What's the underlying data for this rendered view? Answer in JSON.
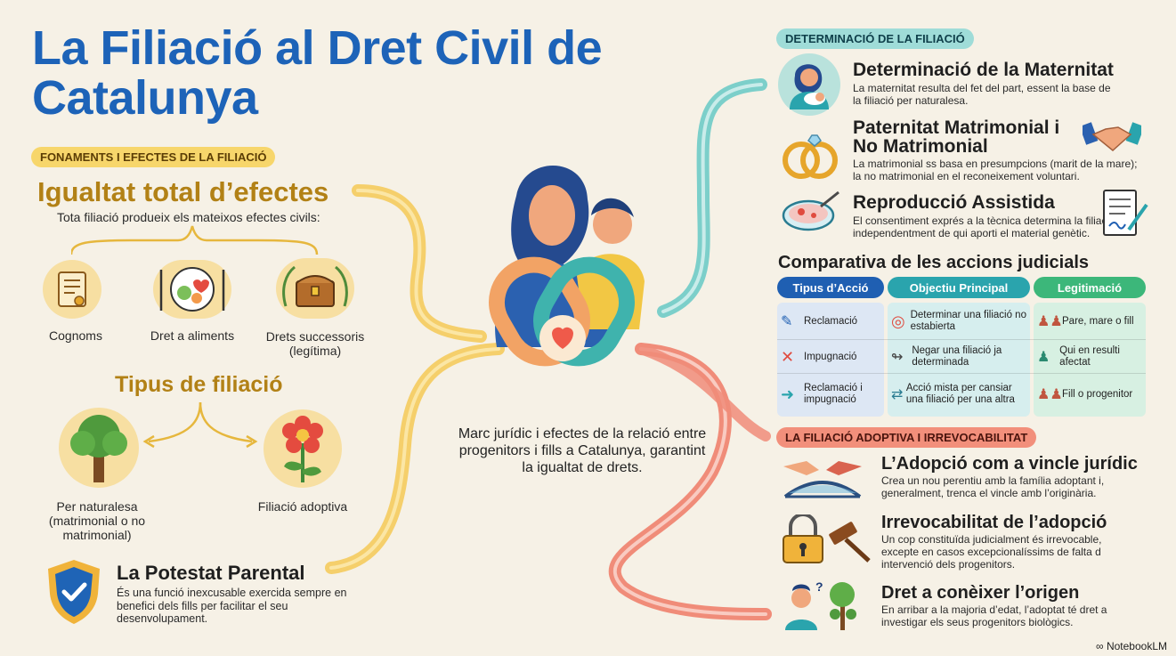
{
  "title": "La Filiació al Dret Civil de Catalunya",
  "left": {
    "section_label": "FONAMENTS I EFECTES DE LA FILIACIÓ",
    "equality": {
      "heading": "Igualtat total d’efectes",
      "text": "Tota filiació produeix els mateixos efectes civils:",
      "items": [
        {
          "label": "Cognoms",
          "icon": "scroll-icon"
        },
        {
          "label": "Dret a aliments",
          "icon": "food-plate-icon"
        },
        {
          "label": "Drets successoris (legítima)",
          "icon": "treasure-chest-icon"
        }
      ]
    },
    "types": {
      "heading": "Tipus de filiació",
      "items": [
        {
          "label": "Per naturalesa (matrimonial o no matrimonial)",
          "icon": "tree-icon"
        },
        {
          "label": "Filiació adoptiva",
          "icon": "flower-icon"
        }
      ]
    },
    "potestat": {
      "heading": "La Potestat Parental",
      "text": "És una funció inexcusable exercida sempre en benefici dels fills per facilitar el seu desenvolupament.",
      "icon": "shield-check-icon"
    }
  },
  "center": {
    "text": "Marc jurídic i efectes de la relació entre progenitors i fills a Catalunya, garantint la igualtat de drets.",
    "icon": "mother-child-link-icon"
  },
  "right": {
    "determination": {
      "section_label": "DETERMINACIÓ DE LA FILIACIÓ",
      "items": [
        {
          "heading": "Determinació de la Maternitat",
          "text": "La maternitat resulta del fet del part, essent la base de la filiació per naturalesa.",
          "icon": "mother-baby-icon"
        },
        {
          "heading": "Paternitat Matrimonial i No Matrimonial",
          "text": "La matrimonial ss basa en presumpcions (marit de la mare); la no matrimonial en el reconeixement voluntari.",
          "icon": "rings-icon",
          "icon2": "handshake-icon"
        },
        {
          "heading": "Reproducció Assistida",
          "text": "El consentiment exprés a la tècnica determina la filiació, independentment de qui aporti el material genètic.",
          "icon": "petri-dish-icon",
          "icon2": "signed-document-icon"
        }
      ]
    },
    "actions": {
      "heading": "Comparativa de les accions judicials",
      "columns": [
        "Tipus d’Acció",
        "Objectiu Principal",
        "Legitimació"
      ],
      "rows": [
        {
          "type": "Reclamació",
          "objective": "Determinar una filiació no estabierta",
          "legit": "Pare, mare o fill"
        },
        {
          "type": "Impugnació",
          "objective": "Negar una filiació ja determinada",
          "legit": "Qui en resulti afectat"
        },
        {
          "type": "Reclamació i impugnació",
          "objective": "Acció mista per cansiar una filiació per una altra",
          "legit": "Fill o progenitor"
        }
      ]
    },
    "adoption": {
      "section_label": "LA FILIACIÓ ADOPTIVA I IRREVOCABILITAT",
      "items": [
        {
          "heading": "L’Adopció com a vincle jurídic",
          "text": "Crea un nou perentiu amb la família adoptant i, generalment, trenca el vincle amb l’originària.",
          "icon": "bridge-hands-icon"
        },
        {
          "heading": "Irrevocabilitat de l’adopció",
          "text": "Un cop constituïda judicialment és irrevocable, excepte en casos excepcionalíssims de falta d intervenció dels progenitors.",
          "icon": "padlock-gavel-icon"
        },
        {
          "heading": "Dret a conèixer l’origen",
          "text": "En arribar a la majoria d’edat, l’adoptat té dret a investigar els seus progenitors biològics.",
          "icon": "family-tree-icon"
        }
      ]
    }
  },
  "footer": "NotebookLM",
  "colors": {
    "title": "#1d63b8",
    "gold": "#b28116",
    "teal": "#2aa4ad",
    "red": "#e8735f",
    "background": "#f6f1e6"
  }
}
